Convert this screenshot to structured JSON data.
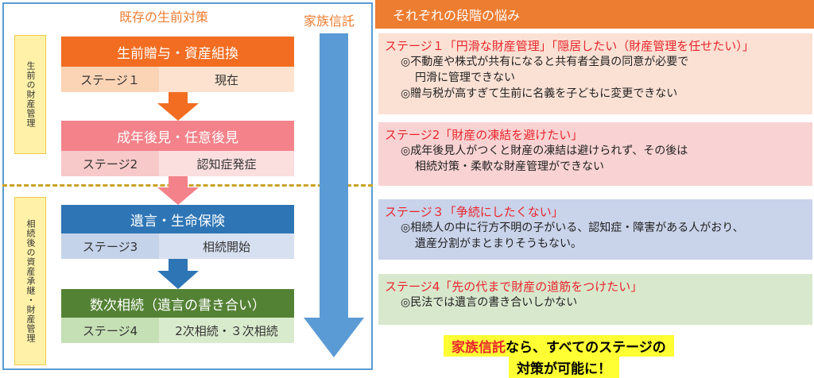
{
  "left": {
    "header_existing": "既存の生前対策",
    "header_trust": "家族信託",
    "side_label_top": "生前の財産管理",
    "side_label_bottom": "相続後の資産承継・財産管理",
    "stages": [
      {
        "title": "生前贈与・資産組換",
        "stage": "ステージ１",
        "condition": "現在"
      },
      {
        "title": "成年後見・任意後見",
        "stage": "ステージ2",
        "condition": "認知症発症"
      },
      {
        "title": "遺言・生命保険",
        "stage": "ステージ3",
        "condition": "相続開始"
      },
      {
        "title": "数次相続（遺言の書き合い）",
        "stage": "ステージ4",
        "condition": "2次相続・３次相続"
      }
    ]
  },
  "right": {
    "header": "それぞれの段階の悩み",
    "panels": [
      {
        "title": "ステージ１「円滑な財産管理」「隠居したい（財産管理を任せたい）」",
        "lines": [
          "◎不動産や株式が共有になると共有者全員の同意が必要で",
          "円滑に管理できない",
          "◎贈与税が高すぎて生前に名義を子どもに変更できない"
        ]
      },
      {
        "title": "ステージ2「財産の凍結を避けたい」",
        "lines": [
          "◎成年後見人がつくと財産の凍結は避けられず、その後は",
          "相続対策・柔軟な財産管理ができない"
        ]
      },
      {
        "title": "ステージ３「争続にしたくない」",
        "lines": [
          "◎相続人の中に行方不明の子がいる、認知症・障害がある人がおり、",
          "遺産分割がまとまりそうもない。"
        ]
      },
      {
        "title": "ステージ4「先の代まで財産の道筋をつけたい」",
        "lines": [
          "◎民法では遺言の書き合いしかない"
        ]
      }
    ],
    "conclusion_red": "家族信託",
    "conclusion_rest": "なら、すべてのステージの",
    "conclusion_line2": "対策が可能に！"
  },
  "colors": {
    "orange": "#f26d21",
    "orange_light": "#fbd3b5",
    "pink": "#f3828a",
    "pink_light": "#f8c9c9",
    "blue": "#2e75b6",
    "blue_light": "#c5d3ea",
    "green": "#548235",
    "green_light": "#c5e0b4",
    "trust_arrow": "#5b9bd5"
  }
}
